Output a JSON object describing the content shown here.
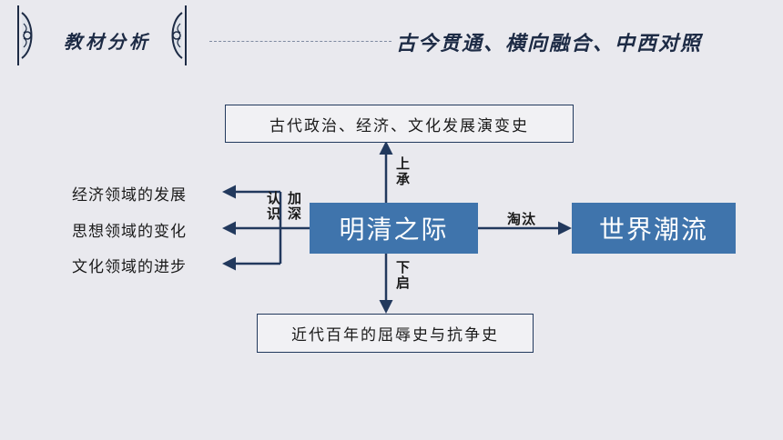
{
  "header": {
    "section_title": "教材分析",
    "subtitle": "古今贯通、横向融合、中西对照"
  },
  "diagram": {
    "center": "明清之际",
    "top": "古代政治、经济、文化发展演变史",
    "bottom": "近代百年的屈辱史与抗争史",
    "right": "世界潮流",
    "up_label": "上承",
    "down_label": "下启",
    "right_label": "淘汰",
    "left_label_a": "加深",
    "left_label_b": "认识",
    "left_items": [
      "经济领域的发展",
      "思想领域的变化",
      "文化领域的进步"
    ]
  },
  "colors": {
    "accent_blue": "#3f74ac",
    "dark_navy": "#22395d",
    "background": "#e9e9ee"
  }
}
